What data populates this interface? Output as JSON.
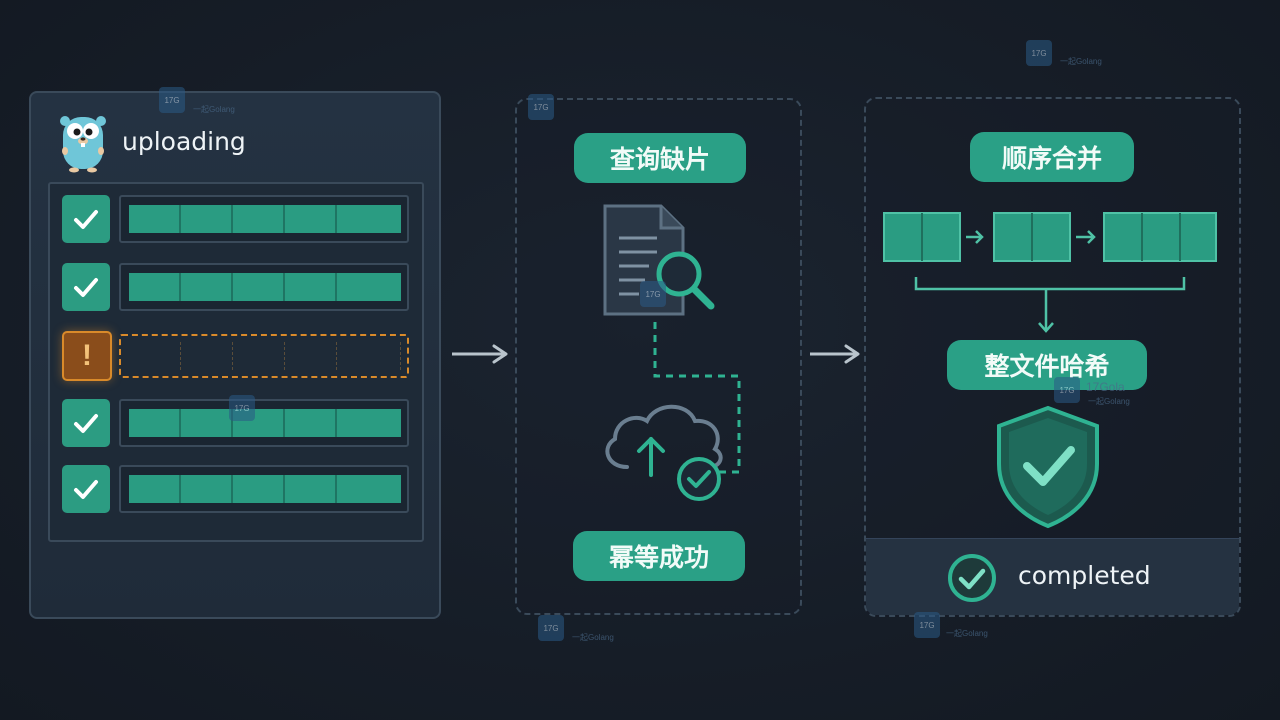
{
  "left_panel": {
    "title": "uploading",
    "rows": [
      {
        "status": "done"
      },
      {
        "status": "done"
      },
      {
        "status": "missing",
        "icon_text": "!"
      },
      {
        "status": "done"
      },
      {
        "status": "done"
      }
    ]
  },
  "middle_panel": {
    "top_label": "查询缺片",
    "bottom_label": "幂等成功"
  },
  "right_panel": {
    "top_label": "顺序合并",
    "hash_label": "整文件哈希",
    "footer_label": "completed"
  },
  "watermark": {
    "logo_text": "17G",
    "caption": "一起Golang",
    "partial": "17Gola"
  },
  "colors": {
    "accent": "#2aa086",
    "warning": "#d98a2a",
    "border": "#3a4a5a",
    "background": "#161d27"
  }
}
